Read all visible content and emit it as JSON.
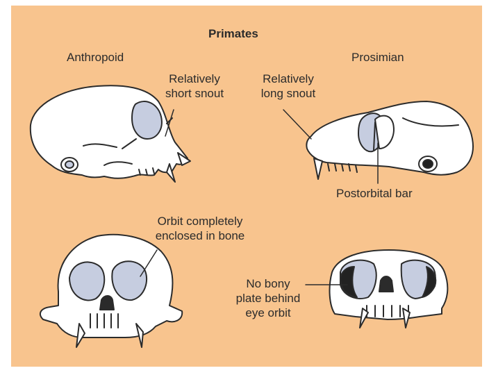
{
  "title": "Primates",
  "groups": {
    "anthropoid": "Anthropoid",
    "prosimian": "Prosimian"
  },
  "labels": {
    "short_snout_1": "Relatively",
    "short_snout_2": "short snout",
    "long_snout_1": "Relatively",
    "long_snout_2": "long snout",
    "postorbital_bar": "Postorbital bar",
    "orbit_enclosed_1": "Orbit completely",
    "orbit_enclosed_2": "enclosed in bone",
    "no_plate_1": "No bony",
    "no_plate_2": "plate behind",
    "no_plate_3": "eye orbit"
  },
  "colors": {
    "background": "#f8c48e",
    "bone": "#ffffff",
    "outline": "#2b2b2b",
    "orbit_shade": "#c6cde0",
    "orbit_dark": "#222222"
  }
}
